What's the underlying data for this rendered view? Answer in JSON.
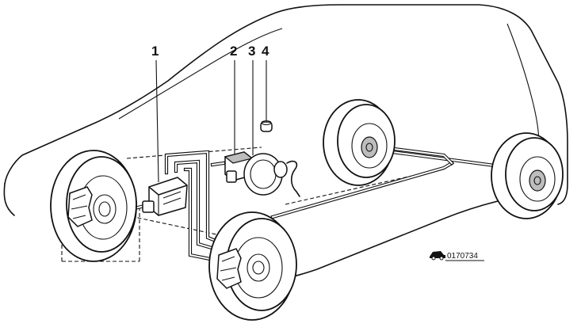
{
  "callouts": [
    {
      "number": "1",
      "part": ""
    },
    {
      "number": "2",
      "part": ""
    },
    {
      "number": "3",
      "part": ""
    },
    {
      "number": "4",
      "part": ""
    }
  ],
  "reference_code": "0170734",
  "colors": {
    "line": "#111111",
    "background": "#ffffff",
    "shade": "#bdbdbd"
  }
}
